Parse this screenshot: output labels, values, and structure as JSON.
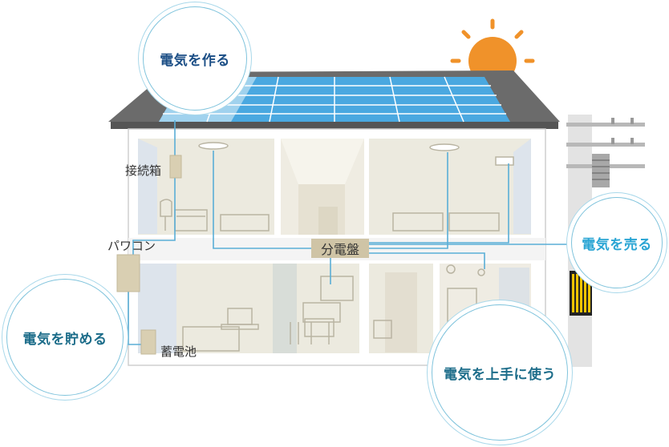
{
  "labels": {
    "junction_box": "接続箱",
    "power_conditioner": "パワコン",
    "distribution_board": "分電盤",
    "storage_battery": "蓄電池"
  },
  "callouts": {
    "generate": "電気を作る",
    "store": "電気を貯める",
    "sell": "電気を売る",
    "use": "電気を上手に使う"
  },
  "colors": {
    "wire": "#5aaed6",
    "solar_panel": "#4aa8e0",
    "sun": "#f0922a",
    "roof": "#6b6b6b",
    "wall": "#eceadf",
    "equipment": "#d9cfb2",
    "callout_navy": "#1c4f86",
    "callout_teal": "#1d6d8a",
    "callout_cyan": "#2aa5d4"
  }
}
